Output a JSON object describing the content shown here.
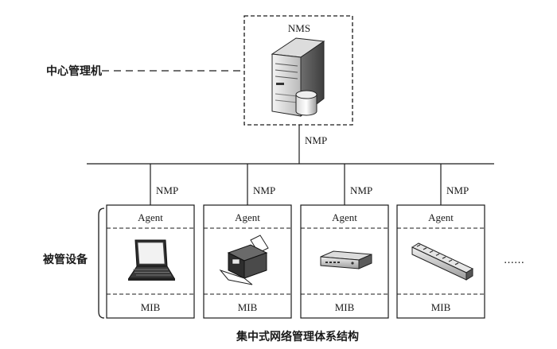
{
  "central": {
    "label": "中心管理机",
    "nms_label": "NMS",
    "nmp_label": "NMP",
    "icon": "server-icon"
  },
  "managed": {
    "label": "被管设备",
    "ellipsis": "……",
    "devices": [
      {
        "icon": "laptop-icon",
        "agent": "Agent",
        "mib": "MIB",
        "nmp": "NMP"
      },
      {
        "icon": "printer-icon",
        "agent": "Agent",
        "mib": "MIB",
        "nmp": "NMP"
      },
      {
        "icon": "router-icon",
        "agent": "Agent",
        "mib": "MIB",
        "nmp": "NMP"
      },
      {
        "icon": "switch-icon",
        "agent": "Agent",
        "mib": "MIB",
        "nmp": "NMP"
      }
    ]
  },
  "caption": "集中式网络管理体系结构",
  "colors": {
    "ink": "#1a1a1a"
  }
}
